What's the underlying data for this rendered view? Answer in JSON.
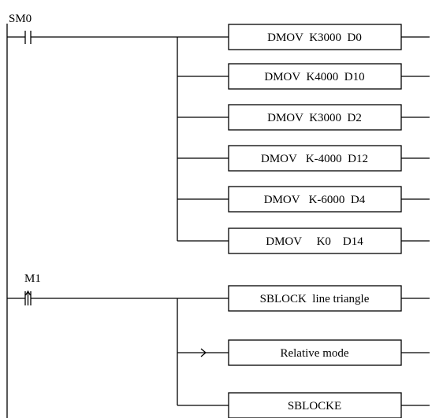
{
  "rungs": [
    {
      "contact": {
        "name": "SM0",
        "type": "normally-open"
      },
      "instructions": [
        "DMOV  K3000  D0",
        "DMOV  K4000  D10",
        "DMOV  K3000  D2",
        "DMOV   K-4000  D12",
        "DMOV   K-6000  D4",
        "DMOV     K0    D14"
      ]
    },
    {
      "contact": {
        "name": "M1",
        "type": "rising-edge"
      },
      "instructions": [
        "SBLOCK  line triangle",
        "Relative mode",
        "SBLOCKE"
      ]
    }
  ]
}
